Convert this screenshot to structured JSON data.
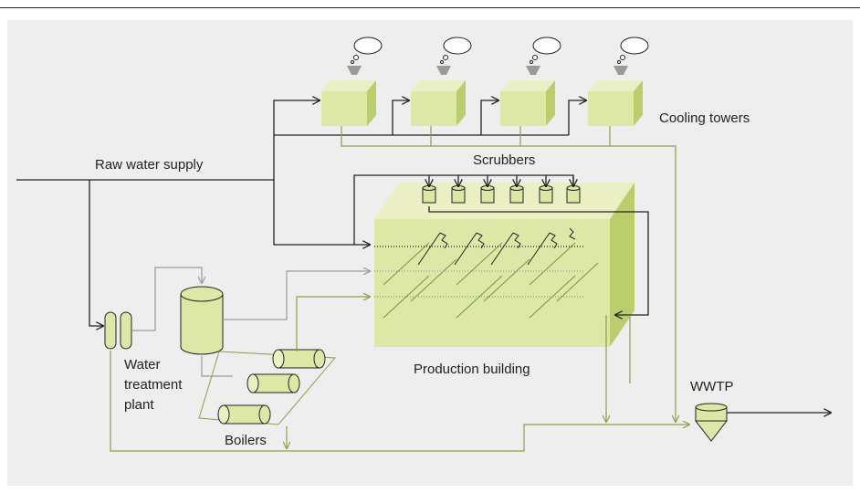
{
  "labels": {
    "raw_water_supply": "Raw water supply",
    "cooling_towers": "Cooling towers",
    "scrubbers": "Scrubbers",
    "production_building": "Production building",
    "water_treatment_line1": "Water",
    "water_treatment_line2": "treatment",
    "water_treatment_line3": "plant",
    "boilers": "Boilers",
    "wwtp": "WWTP"
  },
  "colors": {
    "background_panel": "#eeeeee",
    "equipment_fill": "#dde8a6",
    "equipment_side": "#b7c96a",
    "raw_water_line": "#222222",
    "wastewater_line": "#8aa04a",
    "treated_water_line": "#9a9a9a"
  }
}
